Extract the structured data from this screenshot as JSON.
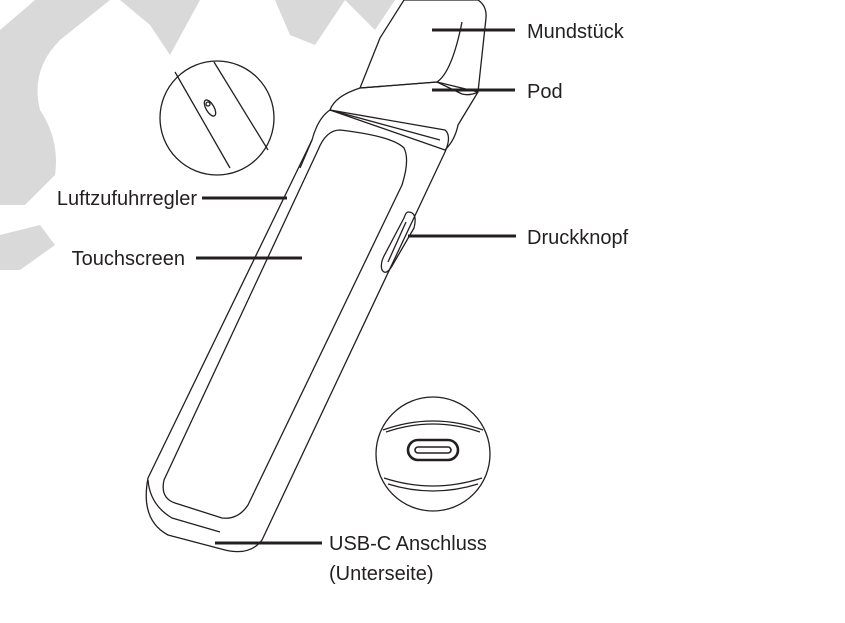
{
  "labels": {
    "mouthpiece": "Mundstück",
    "pod": "Pod",
    "airflow": "Luftzufuhrregler",
    "touchscreen": "Touchscreen",
    "button": "Druckknopf",
    "usb_line1": "USB-C Anschluss",
    "usb_line2": "(Unterseite)"
  },
  "colors": {
    "ink": "#231f20",
    "watermark": "#d9d9d9",
    "background": "#ffffff"
  }
}
